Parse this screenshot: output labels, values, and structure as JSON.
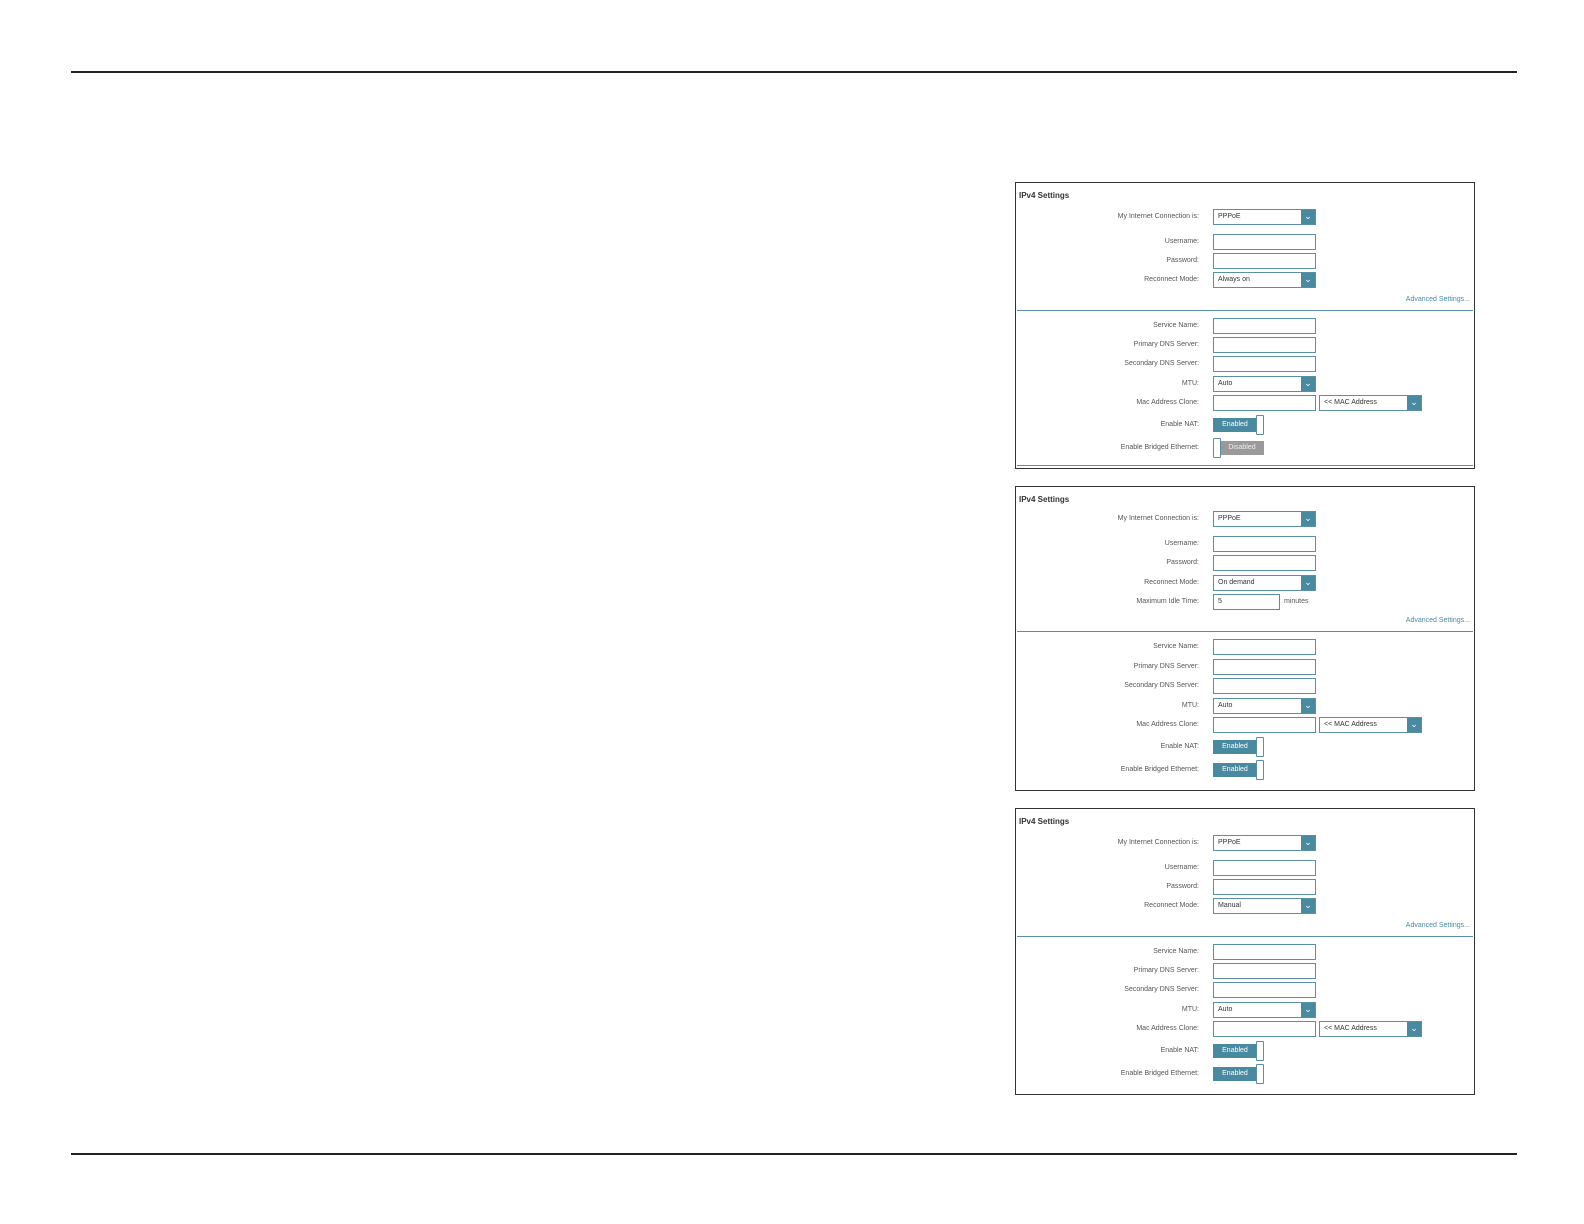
{
  "panels": [
    {
      "title": "IPv4 Settings",
      "connection": {
        "label": "My Internet Connection is:",
        "value": "PPPoE"
      },
      "username": {
        "label": "Username:",
        "value": ""
      },
      "password": {
        "label": "Password:",
        "value": ""
      },
      "reconnect": {
        "label": "Reconnect Mode:",
        "value": "Always on"
      },
      "advanced": "Advanced Settings...",
      "service_name": {
        "label": "Service Name:",
        "value": ""
      },
      "primary_dns": {
        "label": "Primary DNS Server:",
        "value": ""
      },
      "secondary_dns": {
        "label": "Secondary DNS Server:",
        "value": ""
      },
      "mtu": {
        "label": "MTU:",
        "value": "Auto"
      },
      "mac_clone": {
        "label": "Mac Address Clone:",
        "value": "",
        "select": "<< MAC Address"
      },
      "nat": {
        "label": "Enable NAT:",
        "state": "Enabled"
      },
      "bridged": {
        "label": "Enable Bridged Ethernet:",
        "state": "Disabled"
      }
    },
    {
      "title": "IPv4 Settings",
      "connection": {
        "label": "My Internet Connection is:",
        "value": "PPPoE"
      },
      "username": {
        "label": "Username:",
        "value": ""
      },
      "password": {
        "label": "Password:",
        "value": ""
      },
      "reconnect": {
        "label": "Reconnect Mode:",
        "value": "On demand"
      },
      "idle": {
        "label": "Maximum Idle Time:",
        "value": "5",
        "unit": "minutes"
      },
      "advanced": "Advanced Settings...",
      "service_name": {
        "label": "Service Name:",
        "value": ""
      },
      "primary_dns": {
        "label": "Primary DNS Server:",
        "value": ""
      },
      "secondary_dns": {
        "label": "Secondary DNS Server:",
        "value": ""
      },
      "mtu": {
        "label": "MTU:",
        "value": "Auto"
      },
      "mac_clone": {
        "label": "Mac Address Clone:",
        "value": "",
        "select": "<< MAC Address"
      },
      "nat": {
        "label": "Enable NAT:",
        "state": "Enabled"
      },
      "bridged": {
        "label": "Enable Bridged Ethernet:",
        "state": "Enabled"
      }
    },
    {
      "title": "IPv4 Settings",
      "connection": {
        "label": "My Internet Connection is:",
        "value": "PPPoE"
      },
      "username": {
        "label": "Username:",
        "value": ""
      },
      "password": {
        "label": "Password:",
        "value": ""
      },
      "reconnect": {
        "label": "Reconnect Mode:",
        "value": "Manual"
      },
      "advanced": "Advanced Settings...",
      "service_name": {
        "label": "Service Name:",
        "value": ""
      },
      "primary_dns": {
        "label": "Primary DNS Server:",
        "value": ""
      },
      "secondary_dns": {
        "label": "Secondary DNS Server:",
        "value": ""
      },
      "mtu": {
        "label": "MTU:",
        "value": "Auto"
      },
      "mac_clone": {
        "label": "Mac Address Clone:",
        "value": "",
        "select": "<< MAC Address"
      },
      "nat": {
        "label": "Enable NAT:",
        "state": "Enabled"
      },
      "bridged": {
        "label": "Enable Bridged Ethernet:",
        "state": "Enabled"
      }
    }
  ],
  "icons": {
    "dropdown": "chevron-down-icon"
  }
}
